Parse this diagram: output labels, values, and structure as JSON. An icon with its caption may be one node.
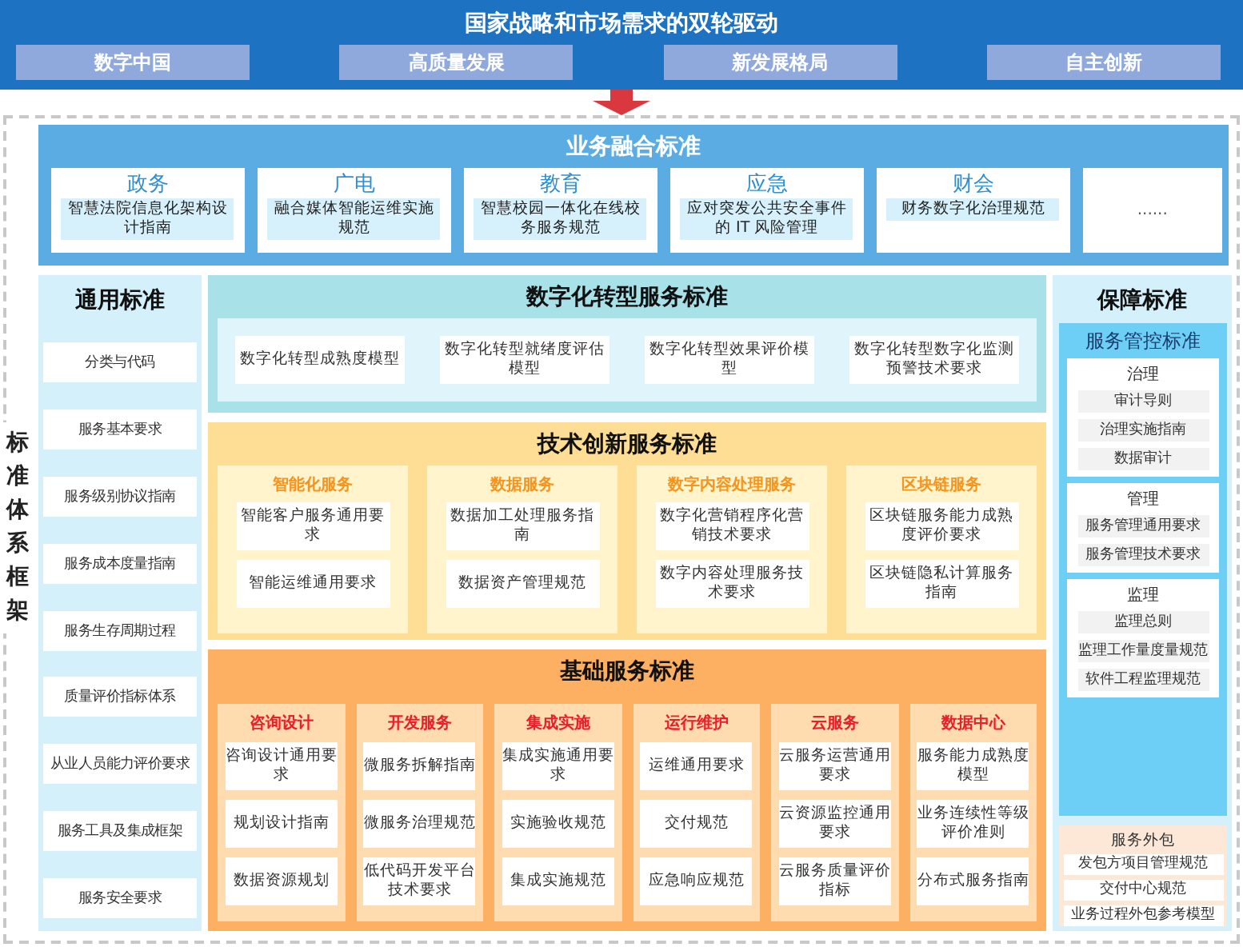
{
  "diagram": {
    "nodes": [
      {
        "text": [
          "国家战略和市场需求的双轮驱动"
        ]
      },
      {
        "text": [
          "数字中国"
        ],
        "in": 0
      },
      {
        "text": [
          "高质量发展"
        ],
        "in": 0
      },
      {
        "text": [
          "新发展格局"
        ],
        "in": 0
      },
      {
        "text": [
          "自主创新"
        ],
        "in": 0
      },
      {
        "text": [
          "标准体系框架"
        ]
      },
      {
        "text": [
          "业务融合标准"
        ],
        "in": 5
      },
      {
        "text": [
          "政务",
          "智慧法院信息化架构设计指南"
        ],
        "in": 6
      },
      {
        "text": [
          "广电",
          "融合媒体智能运维实施规范"
        ],
        "in": 6
      },
      {
        "text": [
          "教育",
          "智慧校园一体化在线校务服务规范"
        ],
        "in": 6
      },
      {
        "text": [
          "应急",
          "应对突发公共安全事件的 IT 风险管理"
        ],
        "in": 6
      },
      {
        "text": [
          "财会",
          "财务数字化治理规范"
        ],
        "in": 6
      },
      {
        "text": [
          "......"
        ],
        "in": 6
      },
      {
        "text": [
          "通用标准"
        ],
        "in": 5
      },
      {
        "text": [
          "分类与代码"
        ],
        "in": 13
      },
      {
        "text": [
          "服务基本要求"
        ],
        "in": 13
      },
      {
        "text": [
          "服务级别协议指南"
        ],
        "in": 13
      },
      {
        "text": [
          "服务成本度量指南"
        ],
        "in": 13
      },
      {
        "text": [
          "服务生存周期过程"
        ],
        "in": 13
      },
      {
        "text": [
          "质量评价指标体系"
        ],
        "in": 13
      },
      {
        "text": [
          "从业人员能力评价要求"
        ],
        "in": 13
      },
      {
        "text": [
          "服务工具及集成框架"
        ],
        "in": 13
      },
      {
        "text": [
          "服务安全要求"
        ],
        "in": 13
      },
      {
        "text": [
          "数字化转型服务标准"
        ],
        "in": 5
      },
      {
        "text": [
          "数字化转型成熟度模型"
        ],
        "in": 23
      },
      {
        "text": [
          "数字化转型就绪度评估模型"
        ],
        "in": 23
      },
      {
        "text": [
          "数字化转型效果评价模型"
        ],
        "in": 23
      },
      {
        "text": [
          "数字化转型数字化监测预警技术要求"
        ],
        "in": 23
      },
      {
        "text": [
          "技术创新服务标准"
        ],
        "in": 5
      },
      {
        "text": [
          "智能化服务"
        ],
        "in": 28
      },
      {
        "text": [
          "智能客户服务通用要求"
        ],
        "in": 29
      },
      {
        "text": [
          "智能运维通用要求"
        ],
        "in": 29
      },
      {
        "text": [
          "数据服务"
        ],
        "in": 28
      },
      {
        "text": [
          "数据加工处理服务指南"
        ],
        "in": 32
      },
      {
        "text": [
          "数据资产管理规范"
        ],
        "in": 32
      },
      {
        "text": [
          "数字内容处理服务"
        ],
        "in": 28
      },
      {
        "text": [
          "数字化营销程序化营销技术要求"
        ],
        "in": 35
      },
      {
        "text": [
          "数字内容处理服务技术要求"
        ],
        "in": 35
      },
      {
        "text": [
          "区块链服务"
        ],
        "in": 28
      },
      {
        "text": [
          "区块链服务能力成熟度评价要求"
        ],
        "in": 38
      },
      {
        "text": [
          "区块链隐私计算服务指南"
        ],
        "in": 38
      },
      {
        "text": [
          "基础服务标准"
        ],
        "in": 5
      },
      {
        "text": [
          "咨询设计"
        ],
        "in": 41
      },
      {
        "text": [
          "咨询设计通用要求"
        ],
        "in": 42
      },
      {
        "text": [
          "规划设计指南"
        ],
        "in": 42
      },
      {
        "text": [
          "数据资源规划"
        ],
        "in": 42
      },
      {
        "text": [
          "开发服务"
        ],
        "in": 41
      },
      {
        "text": [
          "微服务拆解指南"
        ],
        "in": 46
      },
      {
        "text": [
          "微服务治理规范"
        ],
        "in": 46
      },
      {
        "text": [
          "低代码开发平台技术要求"
        ],
        "in": 46
      },
      {
        "text": [
          "集成实施"
        ],
        "in": 41
      },
      {
        "text": [
          "集成实施通用要求"
        ],
        "in": 50
      },
      {
        "text": [
          "实施验收规范"
        ],
        "in": 50
      },
      {
        "text": [
          "集成实施规范"
        ],
        "in": 50
      },
      {
        "text": [
          "运行维护"
        ],
        "in": 41
      },
      {
        "text": [
          "运维通用要求"
        ],
        "in": 54
      },
      {
        "text": [
          "交付规范"
        ],
        "in": 54
      },
      {
        "text": [
          "应急响应规范"
        ],
        "in": 54
      },
      {
        "text": [
          "云服务"
        ],
        "in": 41
      },
      {
        "text": [
          "云服务运营通用要求"
        ],
        "in": 58
      },
      {
        "text": [
          "云资源监控通用要求"
        ],
        "in": 58
      },
      {
        "text": [
          "云服务质量评价指标"
        ],
        "in": 58
      },
      {
        "text": [
          "数据中心"
        ],
        "in": 41
      },
      {
        "text": [
          "服务能力成熟度模型"
        ],
        "in": 62
      },
      {
        "text": [
          "业务连续性等级评价准则"
        ],
        "in": 62
      },
      {
        "text": [
          "分布式服务指南"
        ],
        "in": 62
      },
      {
        "text": [
          "保障标准"
        ],
        "in": 5
      },
      {
        "text": [
          "服务管控标准"
        ],
        "in": 66
      },
      {
        "text": [
          "治理"
        ],
        "in": 67
      },
      {
        "text": [
          "审计导则"
        ],
        "in": 68
      },
      {
        "text": [
          "治理实施指南"
        ],
        "in": 68
      },
      {
        "text": [
          "数据审计"
        ],
        "in": 68
      },
      {
        "text": [
          "管理"
        ],
        "in": 67
      },
      {
        "text": [
          "服务管理通用要求"
        ],
        "in": 72
      },
      {
        "text": [
          "服务管理技术要求"
        ],
        "in": 72
      },
      {
        "text": [
          "监理"
        ],
        "in": 67
      },
      {
        "text": [
          "监理总则"
        ],
        "in": 75
      },
      {
        "text": [
          "监理工作量度量规范"
        ],
        "in": 75
      },
      {
        "text": [
          "软件工程监理规范"
        ],
        "in": 75
      },
      {
        "text": [
          "服务外包"
        ],
        "in": 66
      },
      {
        "text": [
          "发包方项目管理规范"
        ],
        "in": 79
      },
      {
        "text": [
          "交付中心规范"
        ],
        "in": 79
      },
      {
        "text": [
          "业务过程外包参考模型"
        ],
        "in": 79
      }
    ],
    "edges": [
      {
        "from": 0,
        "to": 5,
        "arrow": "to"
      }
    ]
  }
}
